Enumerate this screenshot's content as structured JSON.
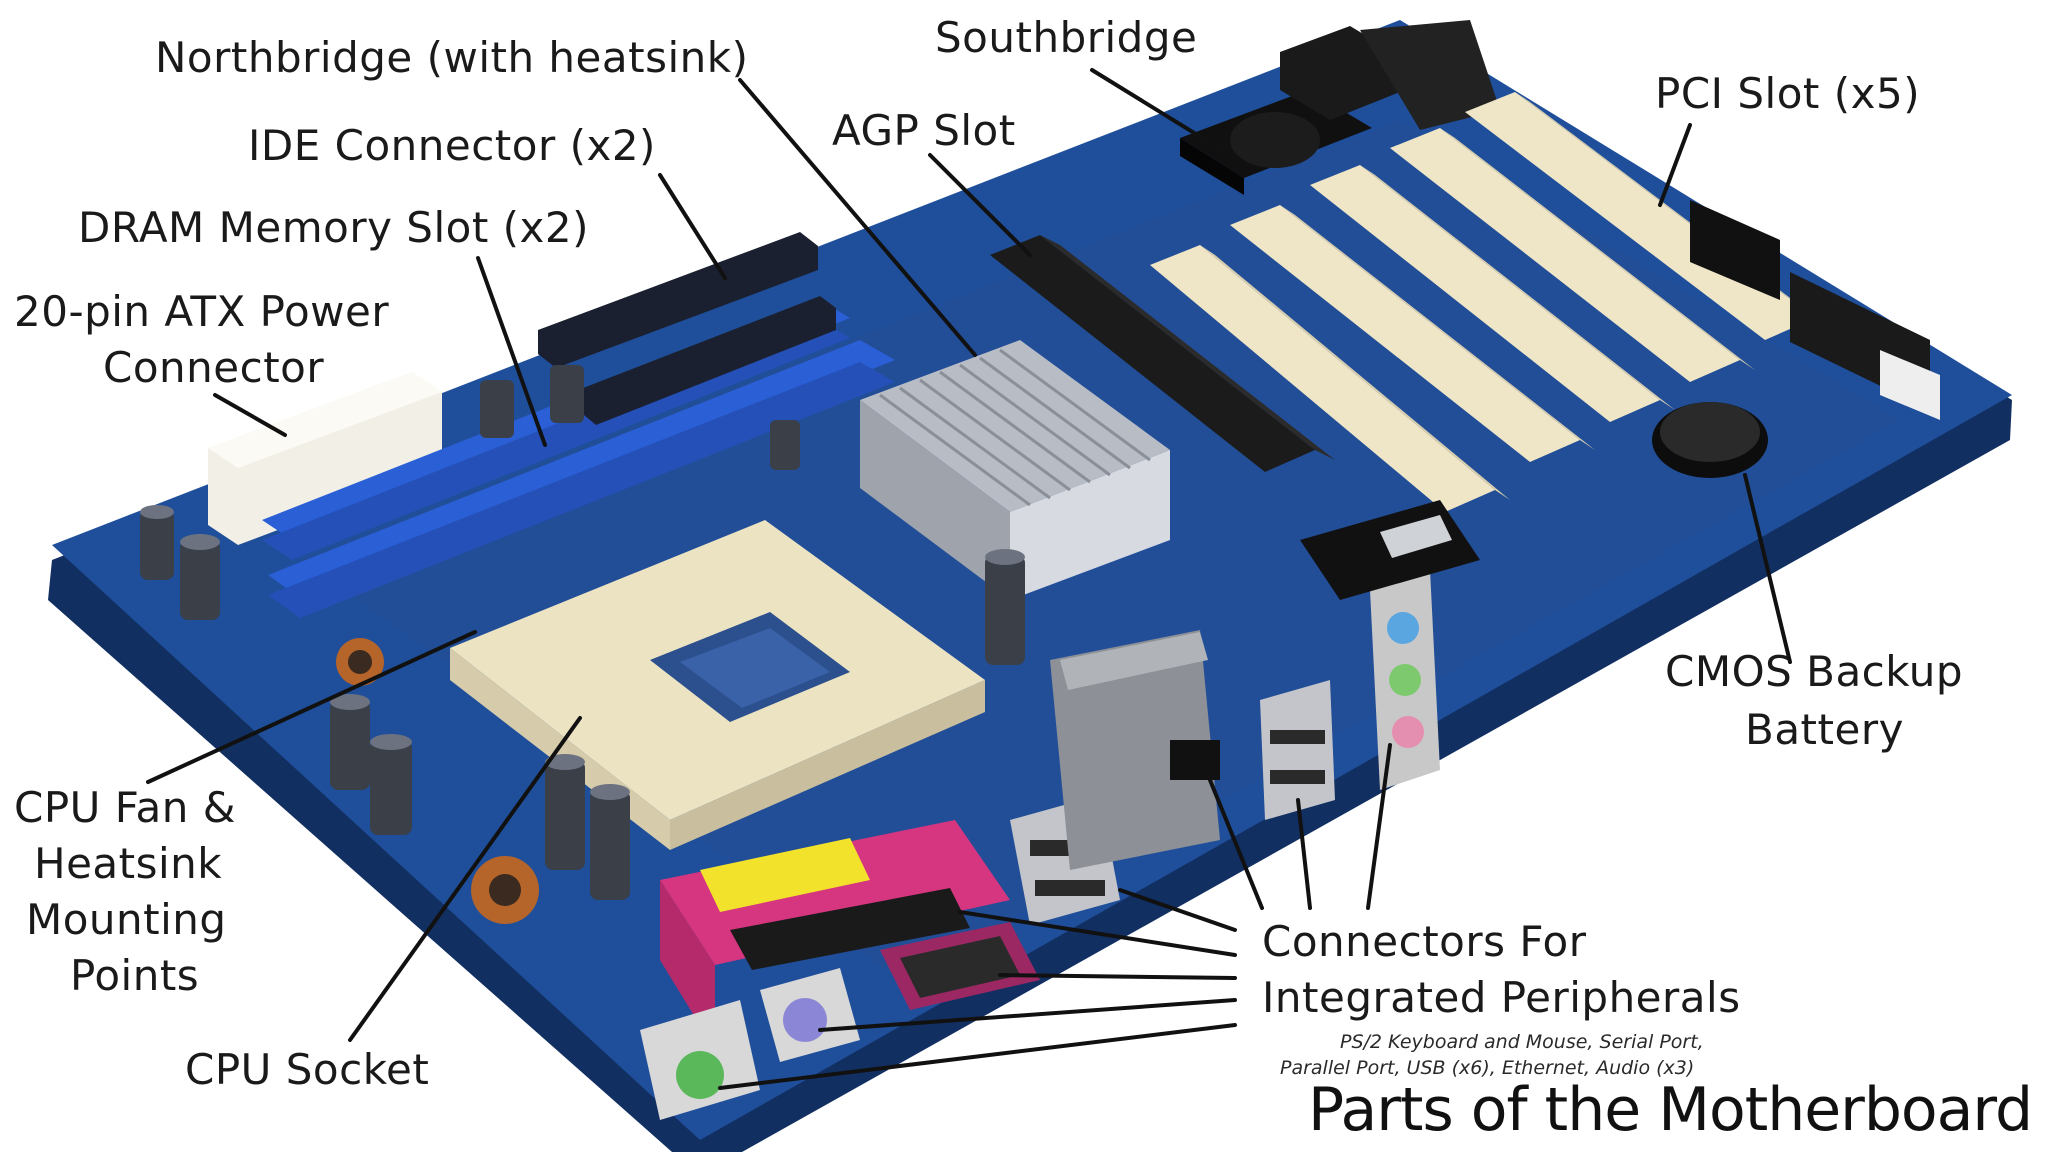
{
  "title": "Parts of the Motherboard",
  "labels": {
    "northbridge": "Northbridge (with heatsink)",
    "southbridge": "Southbridge",
    "ide": "IDE Connector (x2)",
    "agp": "AGP Slot",
    "pci": "PCI Slot (x5)",
    "dram": "DRAM Memory Slot (x2)",
    "atx_line1": "20-pin ATX Power",
    "atx_line2": "Connector",
    "cmos_line1": "CMOS Backup",
    "cmos_line2": "Battery",
    "cpu_fan_line1": "CPU Fan &",
    "cpu_fan_line2": "Heatsink",
    "cpu_fan_line3": "Mounting",
    "cpu_fan_line4": "Points",
    "cpu_socket": "CPU Socket",
    "connectors_line1": "Connectors For",
    "connectors_line2": "Integrated Peripherals",
    "peripherals_note_line1": "PS/2 Keyboard and Mouse, Serial Port,",
    "peripherals_note_line2": "Parallel Port, USB (x6), Ethernet, Audio (x3)"
  },
  "colors": {
    "board": "#1f4f9a",
    "board_dark": "#163a75",
    "dimm": "#2a5fd6",
    "pci_slot": "#efe6c8",
    "agp_slot": "#1b1b1b",
    "heatsink": "#c9ccd2",
    "cpu_socket": "#ece3c2",
    "parallel_port": "#d6357f",
    "ps2_green": "#5bb85a",
    "ps2_purple": "#8b86d6",
    "audio_blue": "#5aa6e0",
    "audio_green": "#7dc96d",
    "audio_pink": "#e58fb0"
  }
}
